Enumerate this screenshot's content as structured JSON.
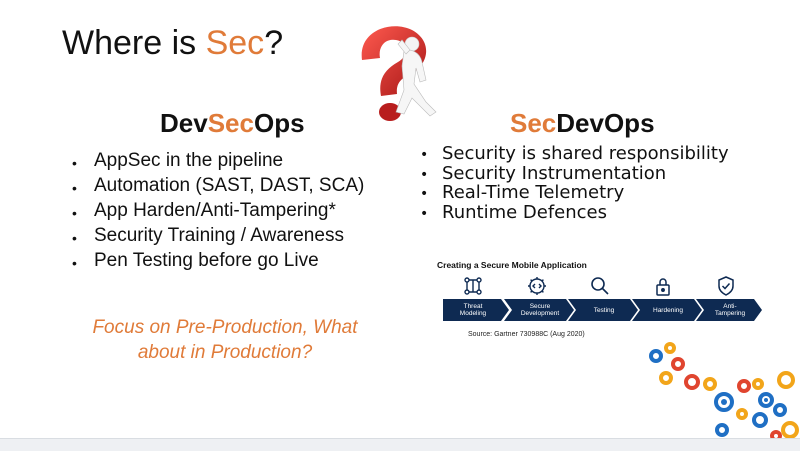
{
  "title": {
    "prefix": "Where is ",
    "highlight": "Sec",
    "suffix": "?"
  },
  "left": {
    "heading": {
      "part1": "Dev",
      "part2": "Sec",
      "part3": "Ops"
    },
    "bullets": [
      "AppSec in the pipeline",
      "Automation (SAST, DAST, SCA)",
      "App Harden/Anti-Tampering*",
      "Security Training  / Awareness",
      "Pen Testing before go Live"
    ],
    "focus_line1": "Focus on Pre-Production, What",
    "focus_line2": "about in Production?"
  },
  "right": {
    "heading": {
      "part1": "Sec",
      "part2": "DevOps"
    },
    "bullets": [
      "Security is shared responsibility",
      "Security Instrumentation",
      "Real-Time Telemetry",
      "Runtime Defences"
    ]
  },
  "diagram": {
    "title": "Creating a Secure Mobile Application",
    "steps": [
      {
        "label_line1": "Threat",
        "label_line2": "Modeling",
        "icon": "threat-modeling-icon"
      },
      {
        "label_line1": "Secure",
        "label_line2": "Development",
        "icon": "gear-code-icon"
      },
      {
        "label_line1": "Testing",
        "label_line2": "",
        "icon": "magnifier-icon"
      },
      {
        "label_line1": "Hardening",
        "label_line2": "",
        "icon": "lock-icon"
      },
      {
        "label_line1": "Anti-",
        "label_line2": "Tampering",
        "icon": "shield-check-icon"
      }
    ],
    "chevron_color": "#0e2a52",
    "source": "Source: Gartner 730988C (Aug 2020)"
  },
  "colors": {
    "accent": "#e07b39",
    "qmark_red": "#d42b2b",
    "gear_blue": "#1f6fc4",
    "gear_orange": "#f2a51a"
  }
}
